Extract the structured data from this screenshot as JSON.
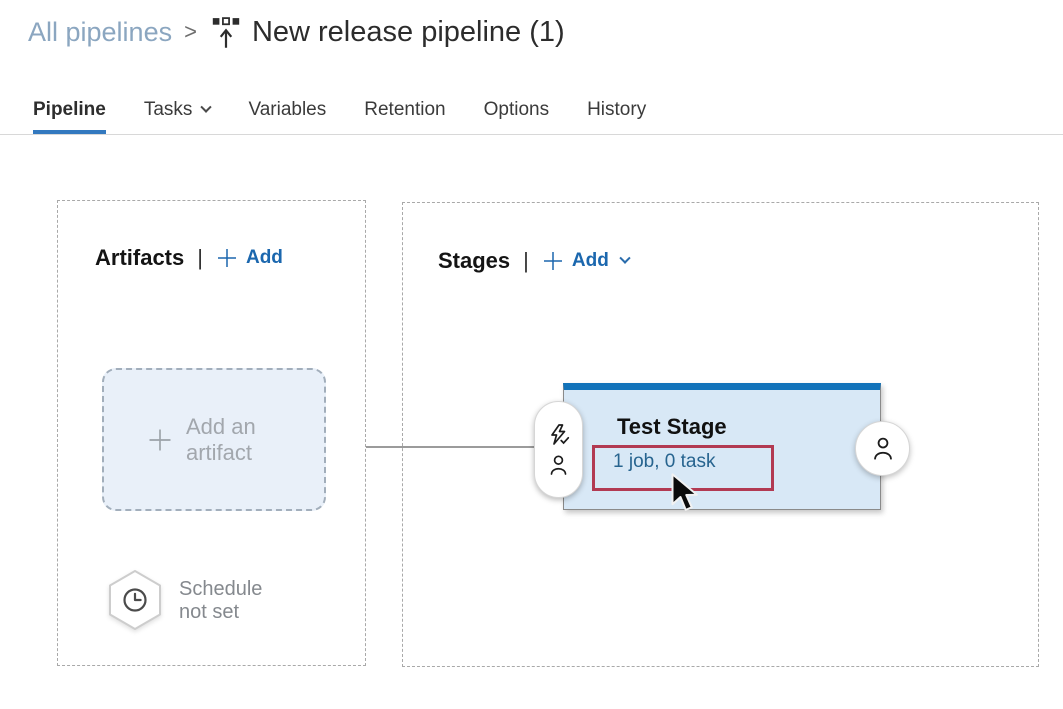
{
  "breadcrumb": {
    "parent": "All pipelines",
    "separator": ">",
    "title": "New release pipeline (1)"
  },
  "tabs": [
    {
      "label": "Pipeline",
      "active": true
    },
    {
      "label": "Tasks",
      "has_dropdown": true
    },
    {
      "label": "Variables"
    },
    {
      "label": "Retention"
    },
    {
      "label": "Options"
    },
    {
      "label": "History"
    }
  ],
  "artifacts": {
    "title": "Artifacts",
    "separator": "|",
    "add_label": "Add",
    "placeholder": "Add an artifact",
    "schedule": "Schedule not set"
  },
  "stages": {
    "title": "Stages",
    "separator": "|",
    "add_label": "Add"
  },
  "stage": {
    "name": "Test Stage",
    "summary": "1 job, 0 task"
  },
  "icons": [
    "release-pipeline-icon",
    "chevron-down-icon",
    "plus-icon",
    "clock-hexagon-icon",
    "lightning-check-icon",
    "person-icon",
    "mouse-cursor"
  ],
  "colors": {
    "breadcrumb_link": "#8ba6c0",
    "accent_blue": "#1b67ae",
    "tab_underline": "#3379bf",
    "stage_top_bar": "#1273ba",
    "stage_body": "#d8e8f6",
    "stage_link": "#27648f",
    "annotation_red": "#b23a52",
    "placeholder_gray": "#a2a7ad"
  }
}
